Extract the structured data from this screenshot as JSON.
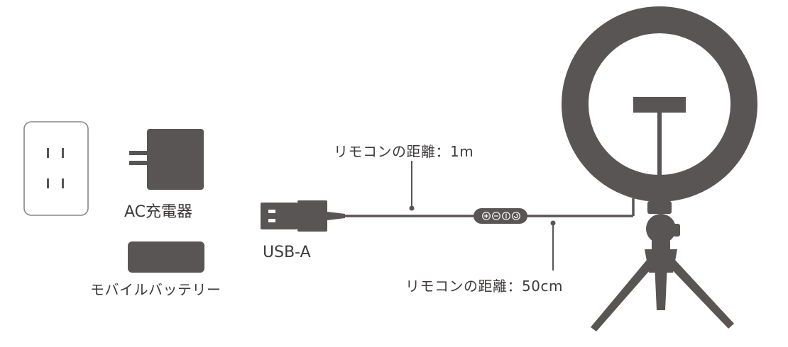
{
  "labels": {
    "charger": "AC充電器",
    "battery": "モバイルバッテリー",
    "usb": "USB-A",
    "remote_1m": "リモコンの距離：1m",
    "remote_50cm": "リモコンの距離：50cm"
  },
  "colors": {
    "device": "#595554",
    "outline": "#8a8685",
    "text": "#3d3a39",
    "background": "#ffffff"
  }
}
